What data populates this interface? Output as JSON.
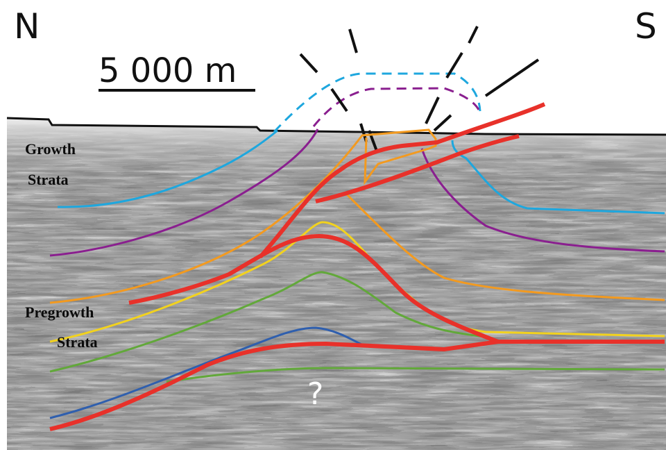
{
  "labels": {
    "north": "N",
    "south": "S",
    "scale": "5 000 m",
    "growth_line1": "Growth",
    "growth_line2": "Strata",
    "pregrowth_line1": "Pregrowth",
    "pregrowth_line2": "Strata",
    "unknown": "?"
  },
  "colors": {
    "cyan": "#1ea7de",
    "purple": "#8a1f8f",
    "orange": "#f39a1f",
    "red": "#e8312a",
    "yellow": "#f2d21e",
    "green": "#62a83a",
    "blue": "#2f5fae",
    "black": "#111111",
    "seismic_dark": "#2a2a2a",
    "seismic_light": "#d8d8d8"
  }
}
